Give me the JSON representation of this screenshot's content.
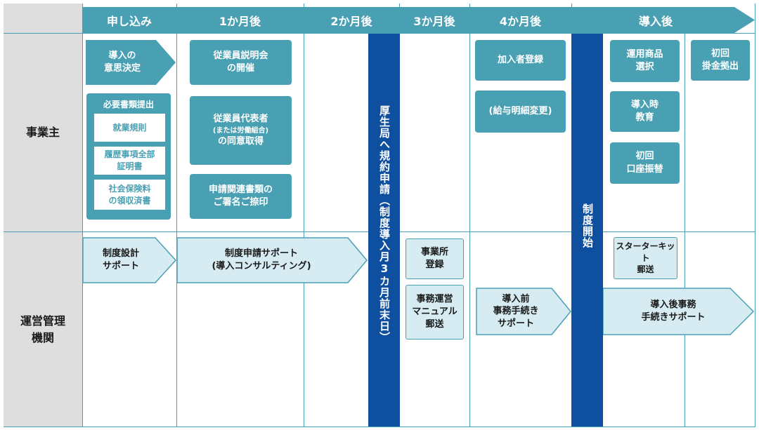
{
  "header": {
    "cols": [
      "申し込み",
      "1か月後",
      "2か月後",
      "3か月後",
      "4か月後",
      "導入後"
    ]
  },
  "rows": {
    "employer": "事業主",
    "operator": "運営管理\n機関"
  },
  "employer": {
    "intent": "導入の\n意思決定",
    "docs_title": "必要書類提出",
    "docs": [
      "就業規則",
      "履歴事項全部\n証明書",
      "社会保険料\nの領収済書"
    ],
    "briefing": "従業員説明会\nの開催",
    "consent_main": "従業員代表者",
    "consent_sub": "(または労働組合)",
    "consent_tail": "の同意取得",
    "seal": "申請関連書類の\nご署名ご捺印",
    "enroll": "加入者登録",
    "payslip": "(給与明細変更)",
    "product": "運用商品\n選択",
    "education": "導入時\n教育",
    "transfer": "初回\n口座振替",
    "first_contribution": "初回\n掛金拠出"
  },
  "operator": {
    "design": "制度設計\nサポート",
    "consulting": "制度申請サポート\n(導入コンサルティング)",
    "office_reg": "事業所\n登録",
    "manual": "事務運営\nマニュアル\n郵送",
    "pre_support": "導入前\n事務手続き\nサポート",
    "starter": "スターターキット\n郵送",
    "post_support": "導入後事務\n手続きサポート"
  },
  "milestones": {
    "application": "厚生局へ規約申請（制度導入月3カ月前末日）",
    "start": "制度開始"
  },
  "colors": {
    "teal": "#4aa0b3",
    "navy": "#0f4fa0",
    "pale": "#d6ebf2",
    "gray": "#dedede"
  }
}
